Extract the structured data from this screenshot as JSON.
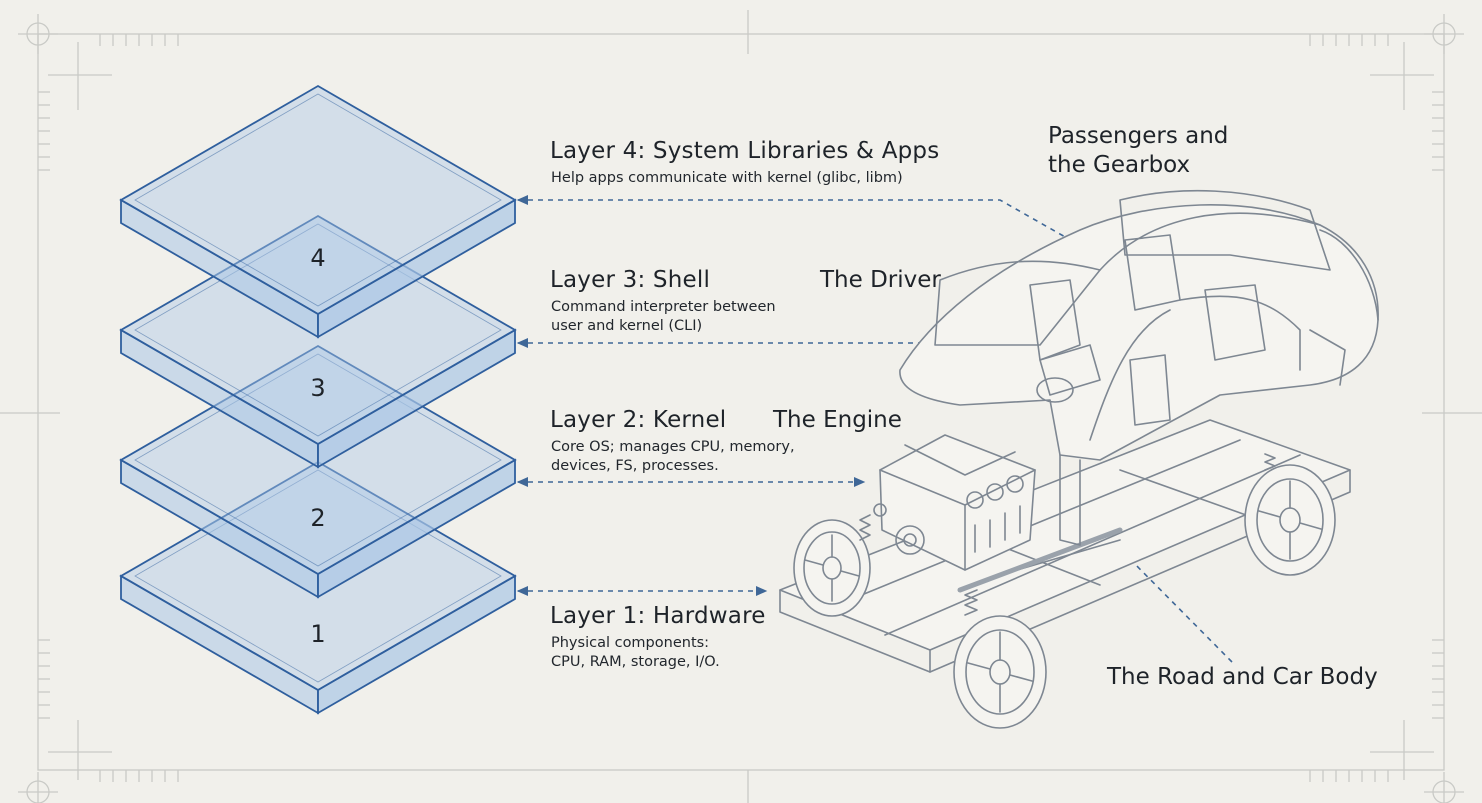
{
  "layers": [
    {
      "number": "4",
      "title": "Layer 4: System Libraries & Apps",
      "desc": "Help apps communicate with kernel (glibc, libm)"
    },
    {
      "number": "3",
      "title": "Layer 3: Shell",
      "desc": "Command interpreter between\nuser and kernel (CLI)"
    },
    {
      "number": "2",
      "title": "Layer 2: Kernel",
      "desc": "Core OS; manages CPU, memory,\ndevices, FS, processes."
    },
    {
      "number": "1",
      "title": "Layer 1: Hardware",
      "desc": "Physical components:\nCPU, RAM, storage, I/O."
    }
  ],
  "analogies": {
    "layer4": "Passengers and\nthe Gearbox",
    "layer3": "The Driver",
    "layer2": "The Engine",
    "layer1": "The Road and Car Body"
  },
  "colors": {
    "background": "#f1f0eb",
    "slab_stroke": "#2f5f9e",
    "slab_fill": "#a9c6e6",
    "arrow": "#3f6797",
    "sketch": "#7e8792",
    "frame": "#c9cac6"
  }
}
